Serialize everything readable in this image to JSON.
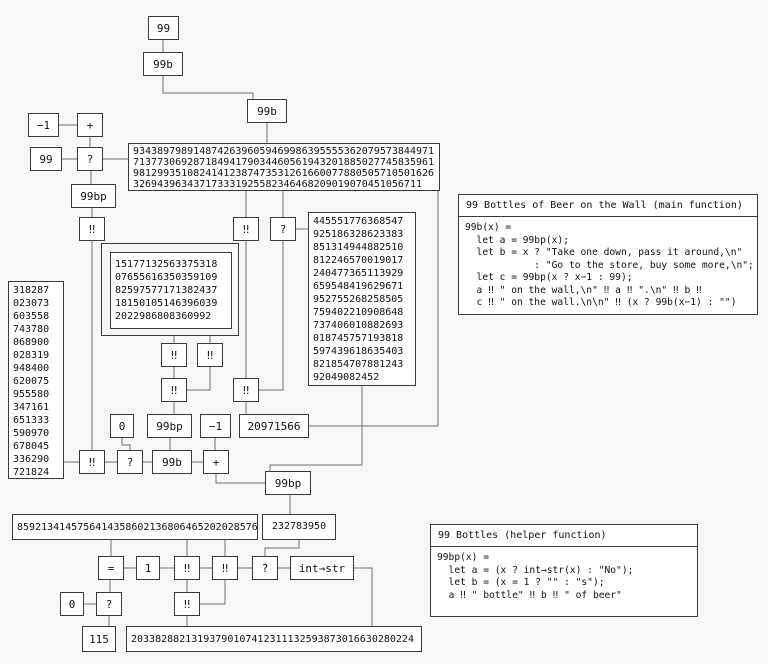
{
  "canvas": {
    "background": "#f7f7f9"
  },
  "colors": {
    "box_border": "#3a3a3a",
    "wire": "#707070",
    "box_bg": "#ffffff",
    "text": "#111111"
  },
  "nodes": {
    "top_99": "99",
    "top_99b": "99b",
    "mid_99b": "99b",
    "minus1_a": "−1",
    "plus_a": "+",
    "left_99": "99",
    "cond_a": "?",
    "bp_a": "99bp",
    "concat_a": "‼",
    "concat_b": "‼",
    "cond_b": "?",
    "concat_c": "‼",
    "concat_d": "‼",
    "concat_e": "‼",
    "concat_f": "‼",
    "zero_a": "0",
    "bp_b": "99bp",
    "minus1_b": "−1",
    "num_20971566": "20971566",
    "concat_g": "‼",
    "cond_c": "?",
    "bot_99b": "99b",
    "plus_b": "+",
    "bp_c": "99bp",
    "num_232783950": "232783950",
    "eq_a": "=",
    "one_a": "1",
    "concat_h": "‼",
    "concat_i": "‼",
    "cond_d": "?",
    "int_to_str": "int→str",
    "zero_b": "0",
    "cond_e": "?",
    "concat_j": "‼",
    "num_115": "115"
  },
  "values": {
    "big_top": [
      "93438979891487426396059469986395555362079573844971",
      "71377306928718494179034460561943201885027745835961",
      "98129935108241412387473531261660077880505710501626",
      "326943963437173331925582346468209019070451056711"
    ],
    "tall_right": [
      "445551776368547",
      "925186328623383",
      "851314944882510",
      "812246570019017",
      "240477365113929",
      "659548419629671",
      "952755268258505",
      "759402210908648",
      "737406010882693",
      "018745757193818",
      "597439618635403",
      "821854707881243",
      "92049082452"
    ],
    "mid_group": [
      "15177132563375318",
      "07655616350359109",
      "82597577171382437",
      "18150105146396039",
      "2022986808360992"
    ],
    "left_column": [
      "318287",
      "023073",
      "603558",
      "743780",
      "068900",
      "028319",
      "948400",
      "620075",
      "955580",
      "347161",
      "651333",
      "590970",
      "678045",
      "336290",
      "721824"
    ],
    "long_mid": [
      "8592134145756414358602136806465202028576"
    ],
    "long_bottom": [
      "20338288213193790107412311132593873016630280224"
    ]
  },
  "panels": {
    "main": {
      "title": "99 Bottles of Beer on the Wall (main function)",
      "code": [
        "99b(x) =",
        "  let a = 99bp(x);",
        "  let b = x ? \"Take one down, pass it around,\\n\"",
        "            : \"Go to the store, buy some more,\\n\";",
        "  let c = 99bp(x ? x−1 : 99);",
        "  a ‼ \" on the wall,\\n\" ‼ a ‼ \".\\n\" ‼ b ‼",
        "  c ‼ \" on the wall.\\n\\n\" ‼ (x ? 99b(x−1) : \"\")"
      ]
    },
    "helper": {
      "title": "99 Bottles (helper function)",
      "code": [
        "99bp(x) =",
        "  let a = (x ? int→str(x) : \"No\");",
        "  let b = (x = 1 ? \"\" : \"s\");",
        "  a ‼ \" bottle\" ‼ b ‼ \" of beer\""
      ]
    }
  }
}
